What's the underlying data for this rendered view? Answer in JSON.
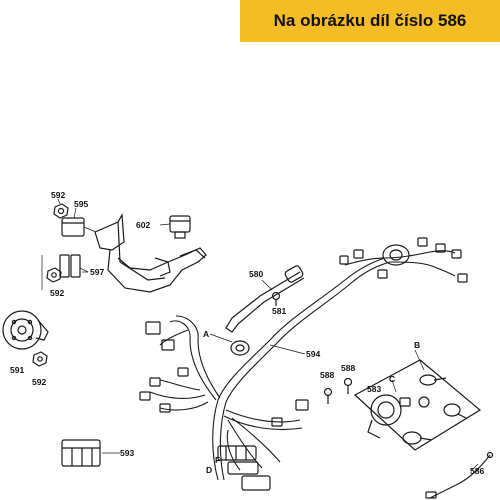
{
  "banner": {
    "text": "Na obrázku díl číslo 586",
    "color": "#f5bd25"
  },
  "labels": {
    "p592a": "592",
    "p595": "595",
    "p602": "602",
    "p597": "597",
    "p592b": "592",
    "p580": "580",
    "p581": "581",
    "pA": "A",
    "p594": "594",
    "p591": "591",
    "p592c": "592",
    "p588a": "588",
    "p588b": "588",
    "pB": "B",
    "pC": "C",
    "p583": "583",
    "p593": "593",
    "pD": "D",
    "pF": "F",
    "p586": "586"
  }
}
